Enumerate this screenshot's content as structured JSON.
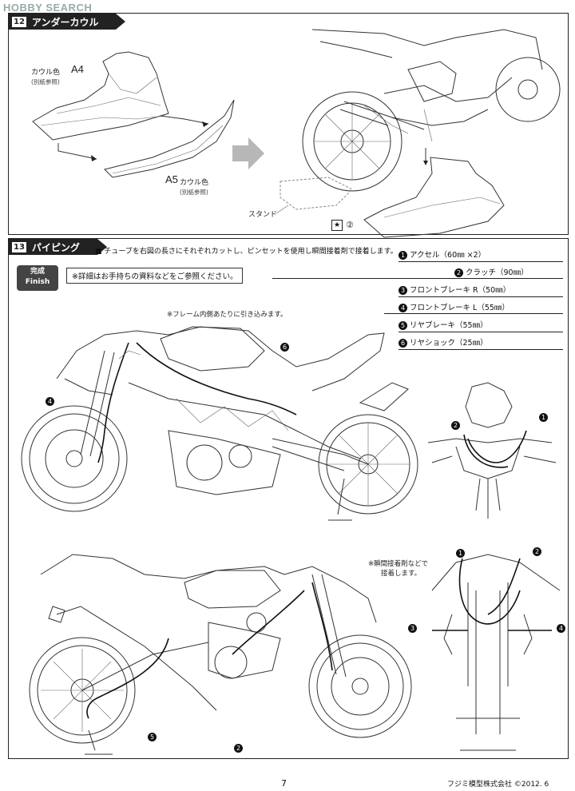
{
  "watermark": "HOBBY SEARCH",
  "step12": {
    "number": "12",
    "title": "アンダーカウル",
    "a4": {
      "code": "A4",
      "color_label": "カウル色",
      "note": "(別紙参照)"
    },
    "a5": {
      "code": "A5",
      "color_label": "カウル色",
      "note": "(別紙参照)"
    },
    "stand_label": "スタンド",
    "star_ref": "②"
  },
  "step13": {
    "number": "13",
    "title": "パイピング",
    "instruction": "チューブを右図の長さにそれぞれカットし、ピンセットを使用し瞬間接着剤で接着します。",
    "finish_label_jp": "完成",
    "finish_label_en": "Finish",
    "note": "詳細はお手持ちの資料などをご参照ください。",
    "frame_note": "※フレーム内側あたりに引き込みます。",
    "glue_note_line1": "※瞬間接着剤などで",
    "glue_note_line2": "接着します。",
    "tubes": [
      {
        "num": "1",
        "label": "アクセル（60㎜ ×2）"
      },
      {
        "num": "2",
        "label": "クラッチ（90㎜）"
      },
      {
        "num": "3",
        "label": "フロントブレーキ R（50㎜）"
      },
      {
        "num": "4",
        "label": "フロントブレーキ L（55㎜）"
      },
      {
        "num": "5",
        "label": "リヤブレーキ（55㎜）"
      },
      {
        "num": "6",
        "label": "リヤショック（25㎜）"
      }
    ],
    "callouts": {
      "c1": "1",
      "c2": "2",
      "c3": "3",
      "c4": "4",
      "c5": "5",
      "c6": "6"
    }
  },
  "footer": {
    "page": "7",
    "company": "フジミ模型株式会社 ©2012. 6"
  }
}
